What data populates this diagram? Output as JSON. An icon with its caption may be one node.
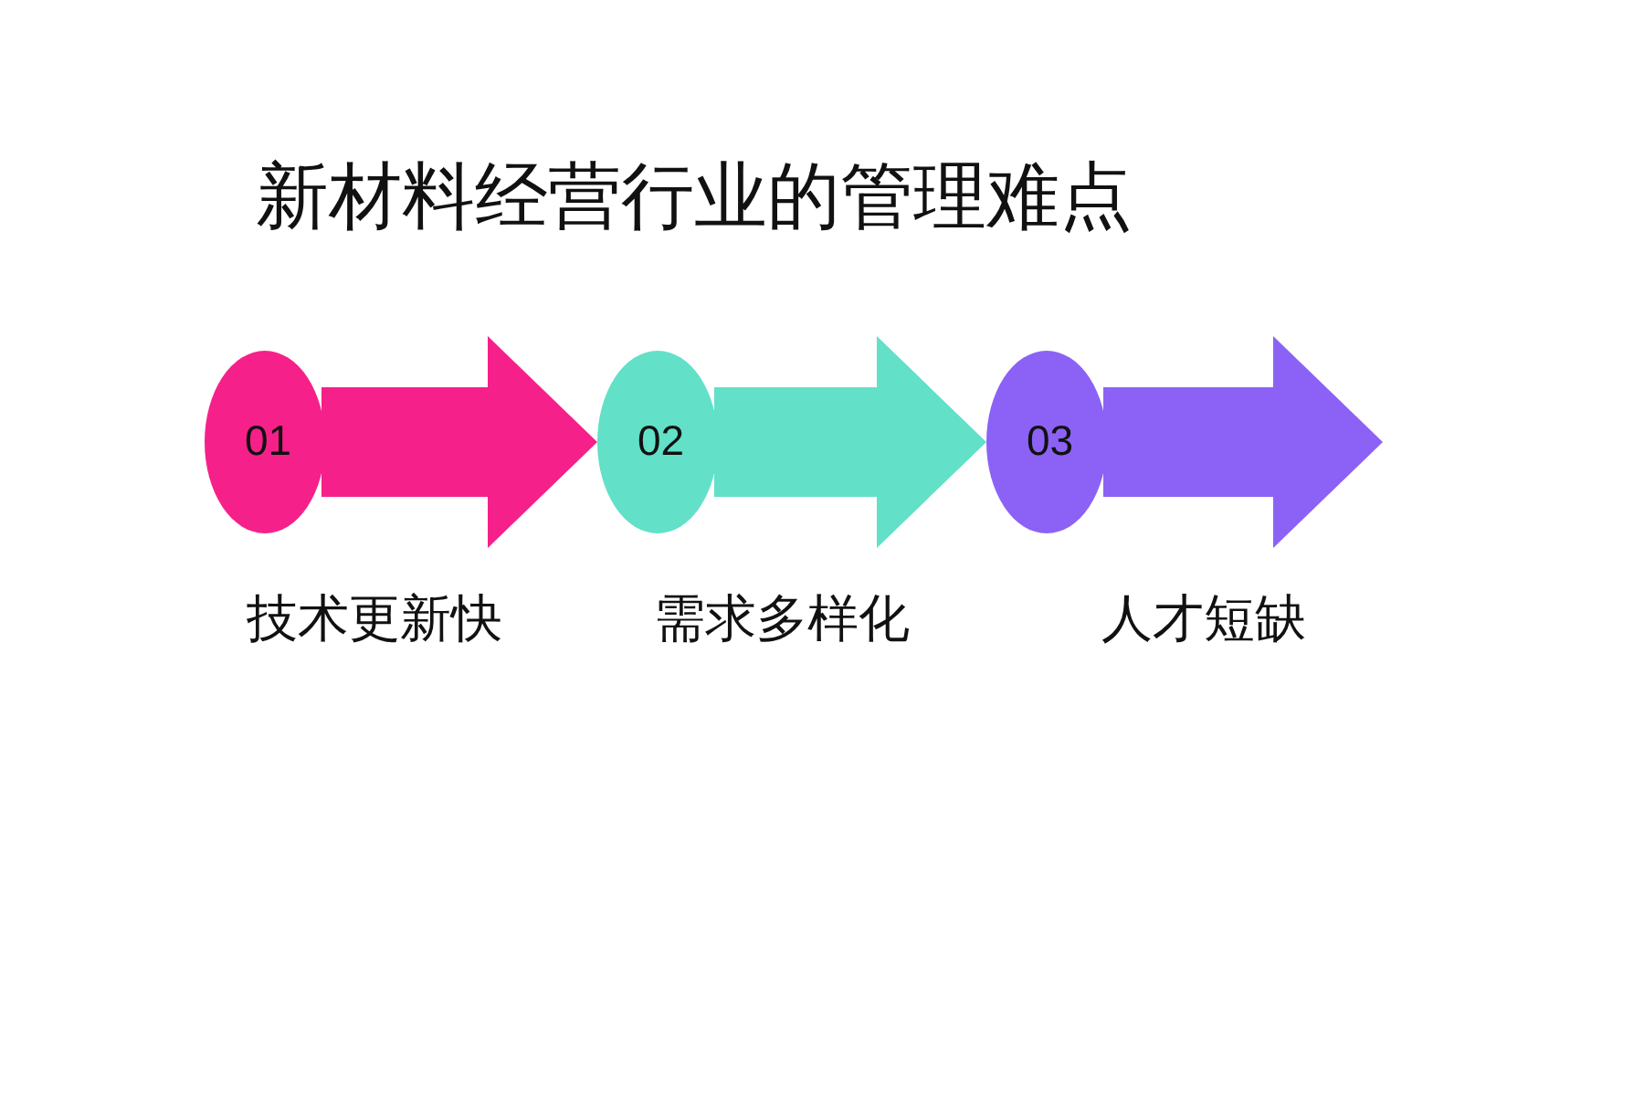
{
  "diagram": {
    "title": "新材料经营行业的管理难点",
    "nodes": [
      {
        "text": [
          "01"
        ],
        "beside": [
          "技术更新快"
        ]
      },
      {
        "text": [
          "02"
        ],
        "beside": [
          "需求多样化"
        ]
      },
      {
        "text": [
          "03"
        ],
        "beside": [
          "人才短缺"
        ]
      }
    ],
    "edges": [
      {
        "from": 0,
        "to": 1,
        "arrow": "to",
        "style": "thick",
        "color": "#f6208a"
      },
      {
        "from": 1,
        "to": 2,
        "arrow": "to",
        "style": "thick",
        "color": "#62e0c8"
      },
      {
        "from": 2,
        "to": null,
        "arrow": "to",
        "style": "thick",
        "color": "#8b62f5"
      }
    ]
  }
}
